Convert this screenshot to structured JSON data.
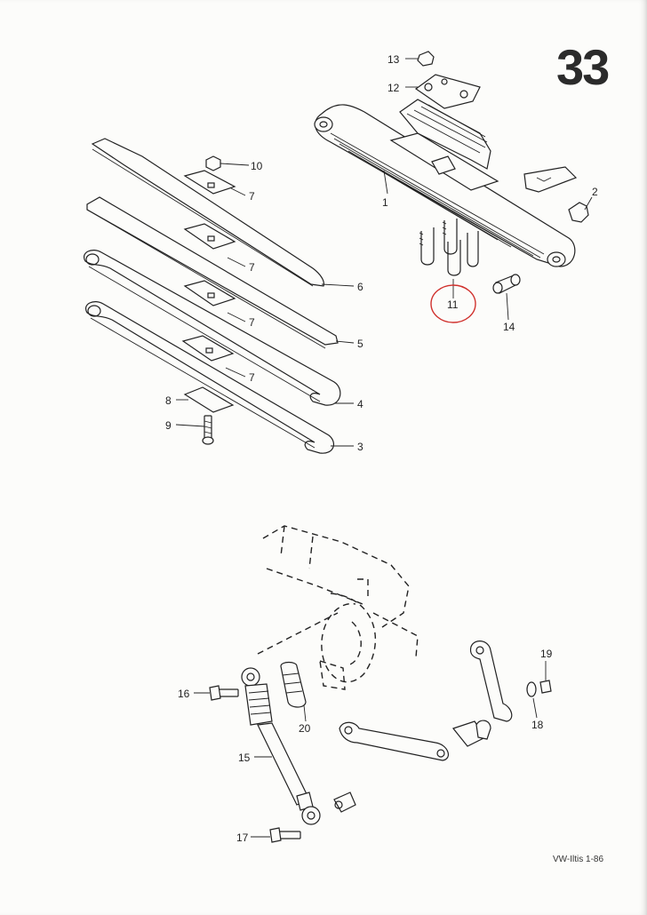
{
  "page_number": "33",
  "footer_code": "VW-Iltis 1-86",
  "highlight_callout": "11",
  "callouts": [
    {
      "id": "c1",
      "label": "1"
    },
    {
      "id": "c2",
      "label": "2"
    },
    {
      "id": "c3",
      "label": "3"
    },
    {
      "id": "c4",
      "label": "4"
    },
    {
      "id": "c5",
      "label": "5"
    },
    {
      "id": "c6",
      "label": "6"
    },
    {
      "id": "c7a",
      "label": "7"
    },
    {
      "id": "c7b",
      "label": "7"
    },
    {
      "id": "c7c",
      "label": "7"
    },
    {
      "id": "c7d",
      "label": "7"
    },
    {
      "id": "c8",
      "label": "8"
    },
    {
      "id": "c9",
      "label": "9"
    },
    {
      "id": "c10",
      "label": "10"
    },
    {
      "id": "c11",
      "label": "11"
    },
    {
      "id": "c12",
      "label": "12"
    },
    {
      "id": "c13",
      "label": "13"
    },
    {
      "id": "c14",
      "label": "14"
    },
    {
      "id": "c15",
      "label": "15"
    },
    {
      "id": "c16",
      "label": "16"
    },
    {
      "id": "c17",
      "label": "17"
    },
    {
      "id": "c18",
      "label": "18"
    },
    {
      "id": "c19",
      "label": "19"
    },
    {
      "id": "c20",
      "label": "20"
    }
  ]
}
